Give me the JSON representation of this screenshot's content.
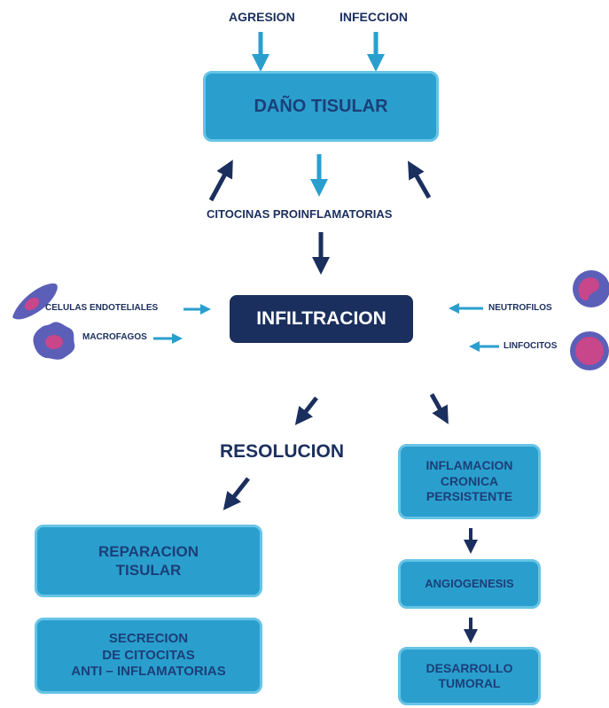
{
  "colors": {
    "box_fill": "#2a9fce",
    "box_border": "#67c4e6",
    "dark_box": "#1b2f5e",
    "text_dark": "#1b2f5e",
    "arrow_light": "#2a9fce",
    "cell_pink": "#c8468a",
    "cell_purple": "#5b5fb8"
  },
  "top_inputs": [
    "AGRESION",
    "INFECCION"
  ],
  "damage_box": "DAÑO TISULAR",
  "cytokines": "CITOCINAS PROINFLAMATORIAS",
  "infiltration_box": "INFILTRACION",
  "left_cells": [
    "CELULAS ENDOTELIALES",
    "MACROFAGOS"
  ],
  "right_cells": [
    "NEUTROFILOS",
    "LINFOCITOS"
  ],
  "resolution": "RESOLUCION",
  "repair_box": [
    "REPARACION",
    "TISULAR"
  ],
  "secretion_box": [
    "SECRECION",
    "DE CITOCITAS",
    "ANTI – INFLAMATORIAS"
  ],
  "chronic_box": [
    "INFLAMACION",
    "CRONICA",
    "PERSISTENTE"
  ],
  "angiogenesis_box": "ANGIOGENESIS",
  "tumor_box": [
    "DESARROLLO",
    "TUMORAL"
  ]
}
